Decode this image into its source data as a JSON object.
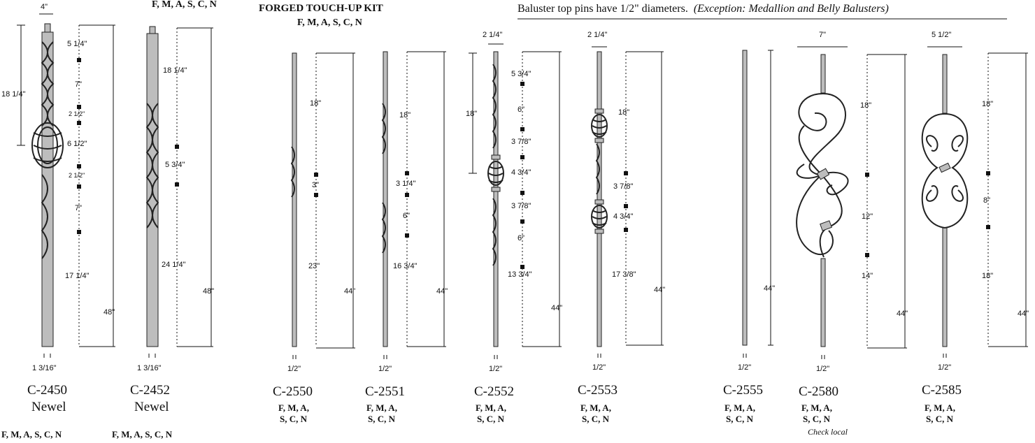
{
  "header": {
    "kit_title": "FORGED TOUCH-UP KIT",
    "kit_finishes": "F, M, A, S, C, N",
    "newel_top_finishes": "F, M, A, S, C, N",
    "note_text": "Baluster top pins have 1/2\" diameters.",
    "note_exception": "(Exception: Medallion and Belly Balusters)"
  },
  "products": [
    {
      "id": "C-2450",
      "subtitle": "Newel",
      "finish": "F, M, A, S, C, N",
      "width_label": "4\"",
      "pin_label": "1 3/16\"",
      "side_label": "18 1/4\"",
      "segments": [
        "5 1/4\"",
        "7\"",
        "2 1/2\"",
        "6 1/2\"",
        "2 1/2\"",
        "7\"",
        "17 1/4\""
      ],
      "total": "48\""
    },
    {
      "id": "C-2452",
      "subtitle": "Newel",
      "finish": "F, M, A, S, C, N",
      "pin_label": "1 3/16\"",
      "segments": [
        "18 1/4\"",
        "5 3/4\"",
        "24 1/4\""
      ],
      "total": "48\""
    },
    {
      "id": "C-2550",
      "finish1": "F, M, A,",
      "finish2": "S, C, N",
      "pin_label": "1/2\"",
      "segments": [
        "18\"",
        "3\"",
        "23\""
      ],
      "total": "44\""
    },
    {
      "id": "C-2551",
      "finish1": "F, M, A,",
      "finish2": "S, C, N",
      "pin_label": "1/2\"",
      "segments": [
        "18\"",
        "3 1/4\"",
        "6\"",
        "16 3/4\""
      ],
      "total": "44\""
    },
    {
      "id": "C-2552",
      "finish1": "F, M, A,",
      "finish2": "S, C, N",
      "pin_label": "1/2\"",
      "width_label": "2 1/4\"",
      "side_label": "18\"",
      "segments": [
        "5 3/4\"",
        "6\"",
        "3 7/8\"",
        "4 3/4\"",
        "3 7/8\"",
        "6\"",
        "13 3/4\""
      ],
      "total": "44\""
    },
    {
      "id": "C-2553",
      "finish1": "F, M, A,",
      "finish2": "S, C, N",
      "pin_label": "1/2\"",
      "width_label": "2 1/4\"",
      "segments": [
        "18\"",
        "3 7/8\"",
        "4 3/4\"",
        "17 3/8\""
      ],
      "total": "44\""
    },
    {
      "id": "C-2555",
      "finish1": "F, M, A,",
      "finish2": "S, C, N",
      "pin_label": "1/2\"",
      "total": "44\""
    },
    {
      "id": "C-2580",
      "finish1": "F, M, A,",
      "finish2": "S, C, N",
      "pin_label": "1/2\"",
      "width_label": "7\"",
      "segments": [
        "18\"",
        "12\"",
        "14\""
      ],
      "total": "44\"",
      "note": "Check local"
    },
    {
      "id": "C-2585",
      "finish1": "F, M, A,",
      "finish2": "S, C, N",
      "pin_label": "1/2\"",
      "width_label": "5 1/2\"",
      "segments": [
        "18\"",
        "8\"",
        "18\""
      ],
      "total": "44\""
    }
  ],
  "icons": [
    "twist-icon",
    "basket-icon",
    "scroll-icon"
  ]
}
